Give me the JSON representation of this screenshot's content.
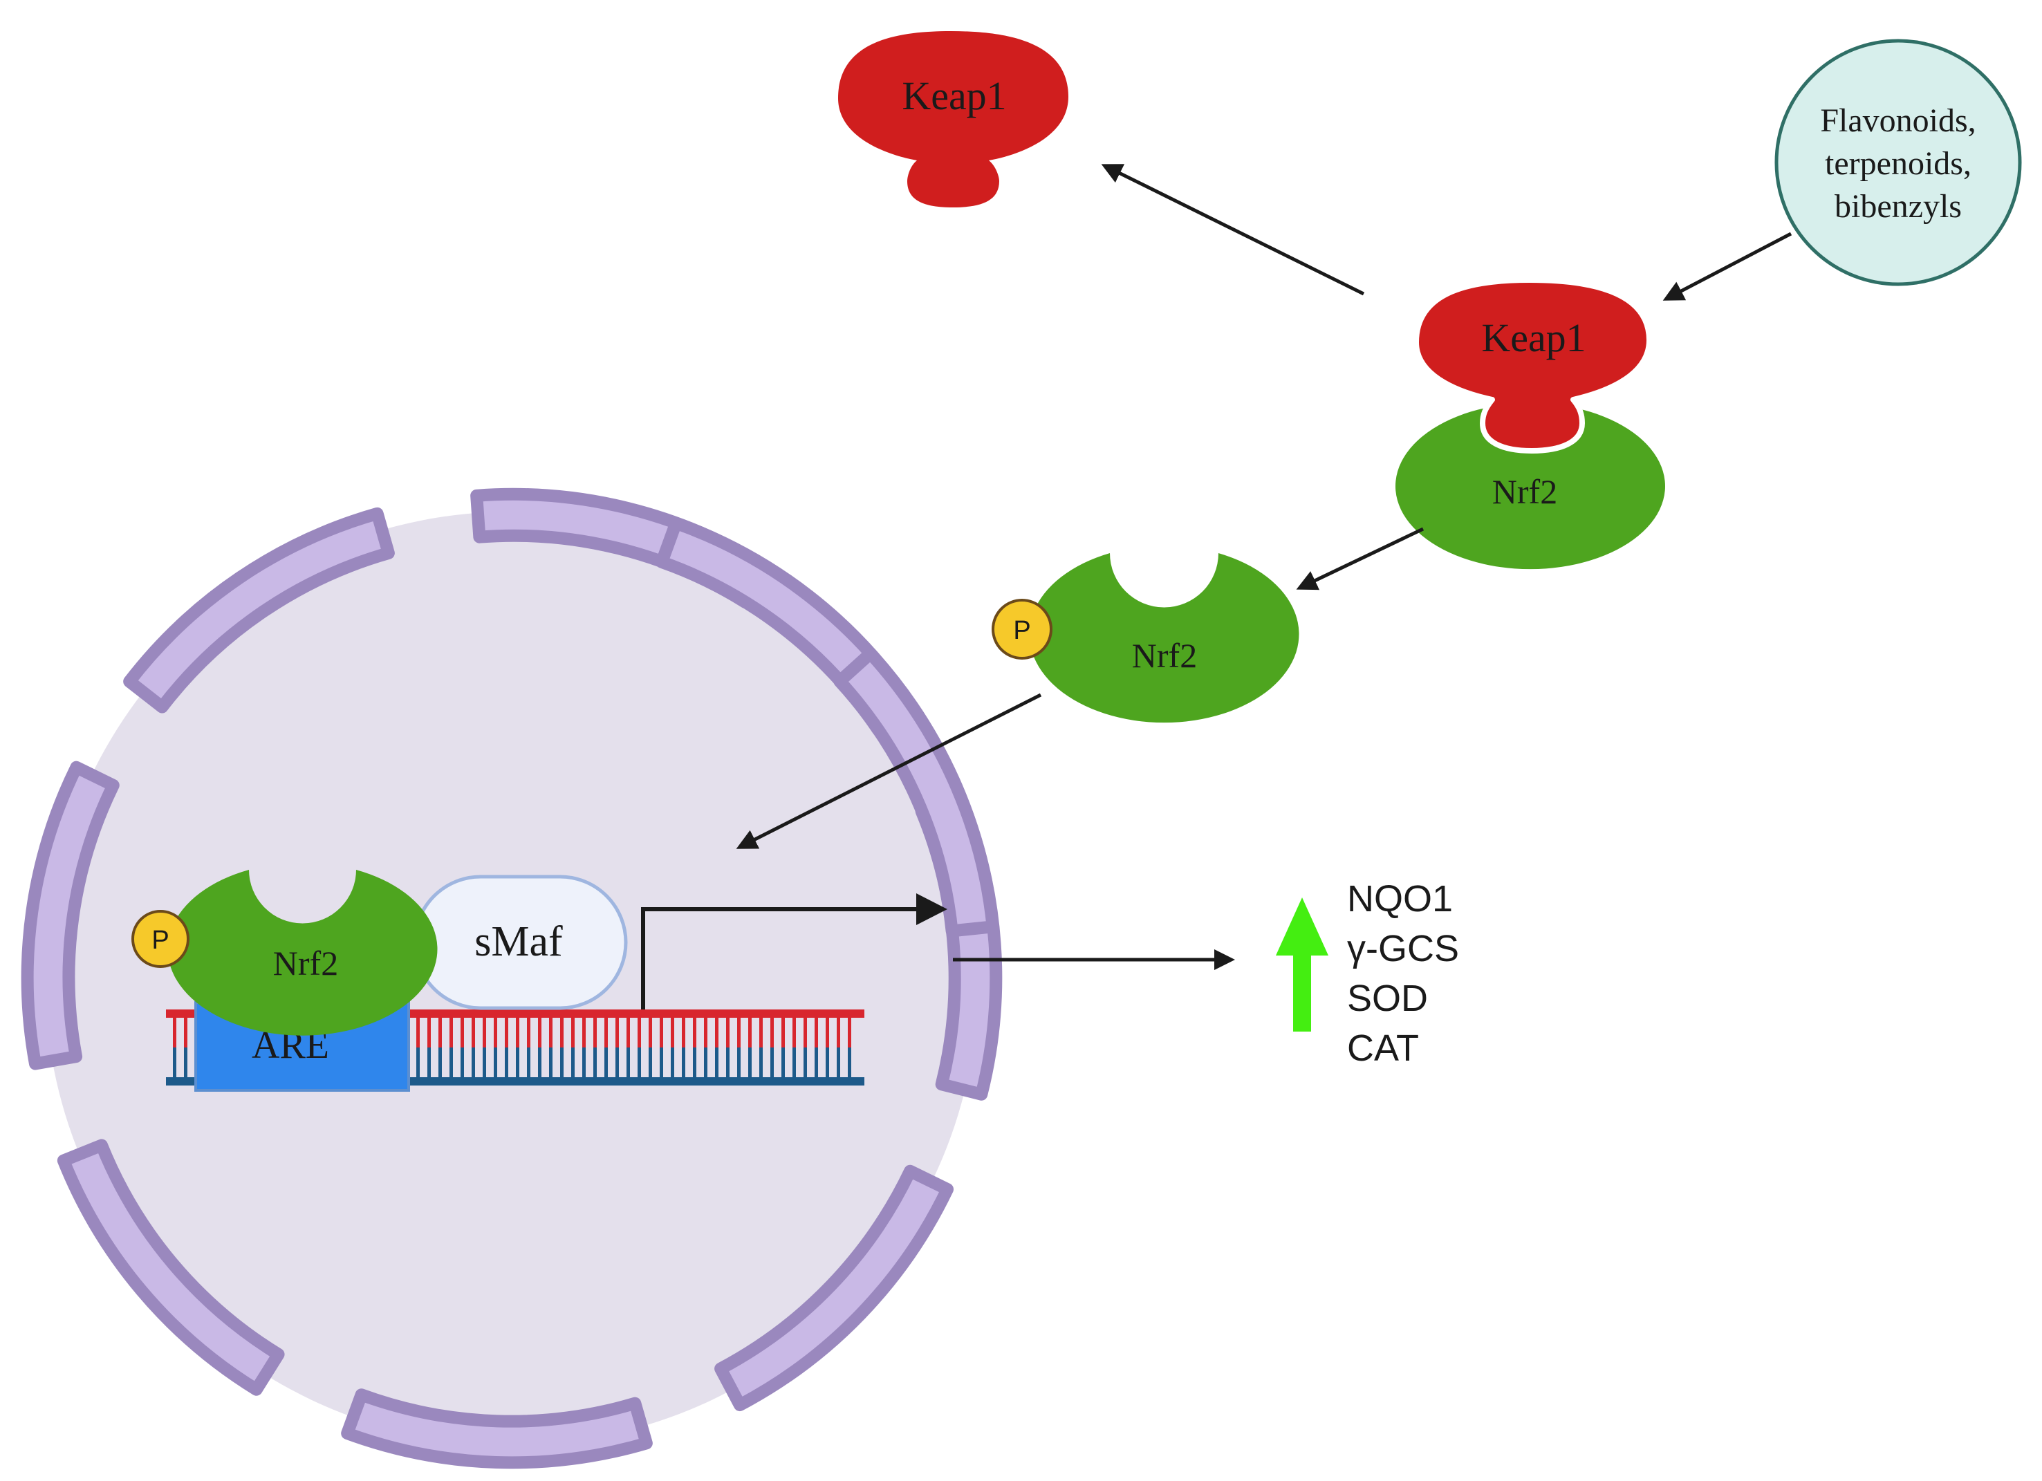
{
  "labels": {
    "keap1_free": "Keap1",
    "keap1_bound": "Keap1",
    "nrf2_bound": "Nrf2",
    "nrf2_free": "Nrf2",
    "nrf2_nuclear": "Nrf2",
    "smaf": "sMaf",
    "are": "ARE",
    "phospho_free": "P",
    "phospho_nuclear": "P"
  },
  "inducers": {
    "line1": "Flavonoids,",
    "line2": "terpenoids,",
    "line3": "bibenzyls"
  },
  "genes": [
    "NQO1",
    "γ-GCS",
    "SOD",
    "CAT"
  ],
  "icons": {
    "upregulation": "green-up-arrow"
  },
  "colors": {
    "keap1": "#d01e1e",
    "nrf2": "#4ea51f",
    "smaf_fill": "#eef2fb",
    "smaf_stroke": "#9fb6e0",
    "are": "#2f86ec",
    "phospho": "#f6c92a",
    "nucleus_fill": "#e4e0ec",
    "envelope_fill": "#c9b9e6",
    "envelope_stroke": "#9a88be",
    "inducer_fill": "#d7efec",
    "inducer_stroke": "#2f6f66",
    "dna_top": "#d8262e",
    "dna_bottom": "#1d5a8a",
    "up_arrow": "#44ee11"
  }
}
